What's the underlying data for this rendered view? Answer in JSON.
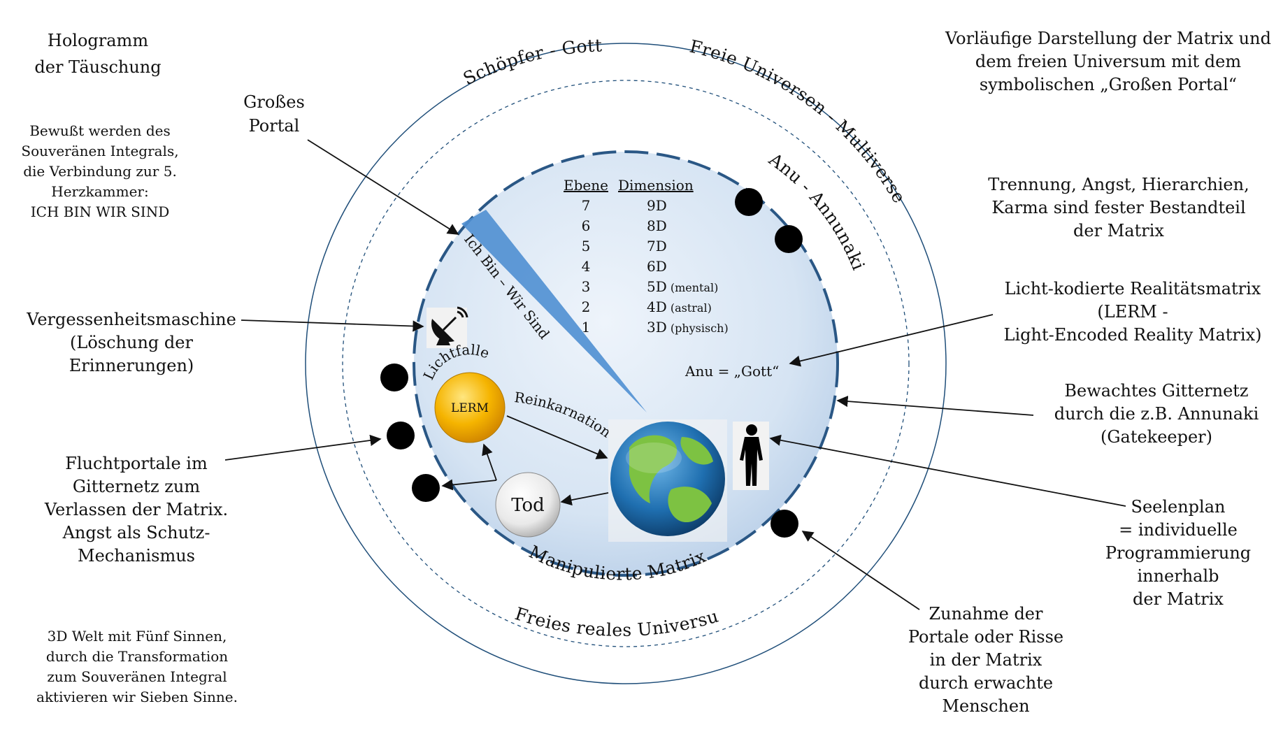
{
  "title": [
    "Hologramm",
    "der Täuschung"
  ],
  "header_right": [
    "Vorläufige Darstellung der Matrix und",
    "dem freien Universum mit dem",
    "symbolischen „Großen Portal“"
  ],
  "left_notes": {
    "awareness": [
      "Bewußt werden des",
      "Souveränen Integrals,",
      "die Verbindung zur 5.",
      "Herzkammer:",
      "ICH BIN WIR SIND"
    ],
    "forgetting_machine": [
      "Vergessenheitsmaschine",
      "(Löschung der",
      "Erinnerungen)"
    ],
    "escape_portals": [
      "Fluchtportale im",
      "Gitternetz zum",
      "Verlassen der Matrix.",
      "Angst als Schutz-",
      "Mechanismus"
    ],
    "senses": [
      "3D Welt mit Fünf Sinnen,",
      "durch die Transformation",
      "zum Souveränen Integral",
      "aktivieren wir Sieben Sinne."
    ]
  },
  "top_label": [
    "Großes",
    "Portal"
  ],
  "right_notes": {
    "separation": [
      "Trennung, Angst, Hierarchien,",
      "Karma sind fester Bestandteil",
      "der Matrix"
    ],
    "lerm": [
      "Licht-kodierte Realitätsmatrix",
      "(LERM -",
      "Light-Encoded Reality Matrix)"
    ],
    "grid": [
      "Bewachtes Gitternetz",
      "durch die z.B. Annunaki",
      "(Gatekeeper)"
    ],
    "soulplan": [
      "Seelenplan",
      "= individuelle",
      "Programmierung",
      "innerhalb",
      "der Matrix"
    ],
    "portals_increase": [
      "Zunahme der",
      "Portale oder Risse",
      "in der Matrix",
      "durch erwachte",
      "Menschen"
    ]
  },
  "ring_labels": {
    "creator": "Schöpfer - Gott",
    "free_universes": "Freie Universen - Multiversen",
    "anu": "Anu - Annunaki",
    "free_real": "Freies reales Universum",
    "manipulated": "Manipulierte Matrix"
  },
  "beam_label": "Ich Bin – Wir Sind",
  "table": {
    "headers": [
      "Ebene",
      "Dimension"
    ],
    "rows": [
      {
        "level": "7",
        "dim": "9D",
        "note": ""
      },
      {
        "level": "6",
        "dim": "8D",
        "note": ""
      },
      {
        "level": "5",
        "dim": "7D",
        "note": ""
      },
      {
        "level": "4",
        "dim": "6D",
        "note": ""
      },
      {
        "level": "3",
        "dim": "5D",
        "note": "(mental)"
      },
      {
        "level": "2",
        "dim": "4D",
        "note": "(astral)"
      },
      {
        "level": "1",
        "dim": "3D",
        "note": "(physisch)"
      }
    ]
  },
  "anu_god": "Anu = „Gott“",
  "lichtfalle": "Lichtfalle",
  "lerm_ball": "LERM",
  "reinkarnation": "Reinkarnation",
  "tod": "Tod",
  "colors": {
    "matrix_fill": "#dbe8f5",
    "matrix_border": "#1f4e79",
    "beam": "#4f8fd1",
    "lerm_gold": "#f5b400",
    "ring": "#1f4e79",
    "portal_dot": "#000000"
  },
  "icons": [
    "satellite-dish-icon",
    "person-silhouette-icon",
    "earth-globe-icon"
  ]
}
